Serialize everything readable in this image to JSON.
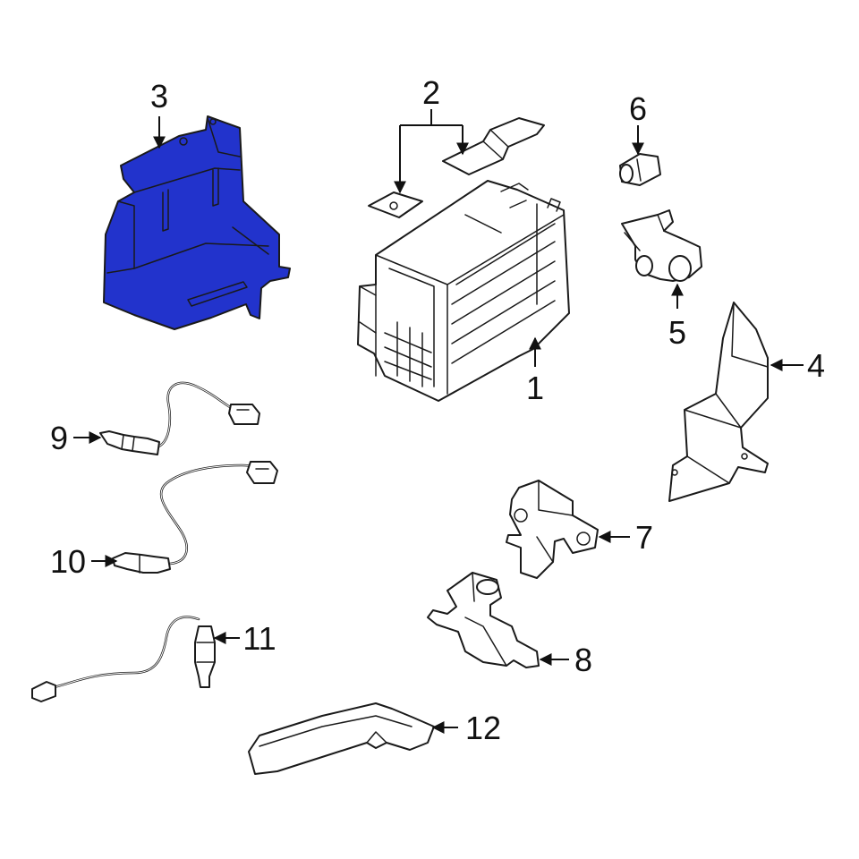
{
  "callouts": [
    {
      "id": "p1",
      "number": "1"
    },
    {
      "id": "p2",
      "number": "2"
    },
    {
      "id": "p3",
      "number": "3"
    },
    {
      "id": "p4",
      "number": "4"
    },
    {
      "id": "p5",
      "number": "5"
    },
    {
      "id": "p6",
      "number": "6"
    },
    {
      "id": "p7",
      "number": "7"
    },
    {
      "id": "p8",
      "number": "8"
    },
    {
      "id": "p9",
      "number": "9"
    },
    {
      "id": "p10",
      "number": "10"
    },
    {
      "id": "p11",
      "number": "11"
    },
    {
      "id": "p12",
      "number": "12"
    }
  ],
  "colors": {
    "highlight": "#2233cc",
    "line": "#1a1a1a",
    "background": "#ffffff"
  }
}
